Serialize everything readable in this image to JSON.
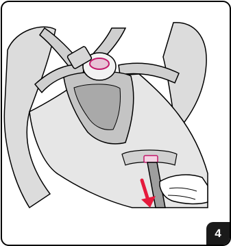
{
  "instruction_card": {
    "step_number": "4",
    "arrow_color": "#e51a3c",
    "accent_color": "#c2186b",
    "seat_color": "#d9d9d9",
    "harness_color": "#c8c8c8",
    "pad_color": "#bdbdbd",
    "icons": [
      "car-seat",
      "harness-buckle",
      "adjuster-strap",
      "hand",
      "pull-arrow"
    ]
  }
}
